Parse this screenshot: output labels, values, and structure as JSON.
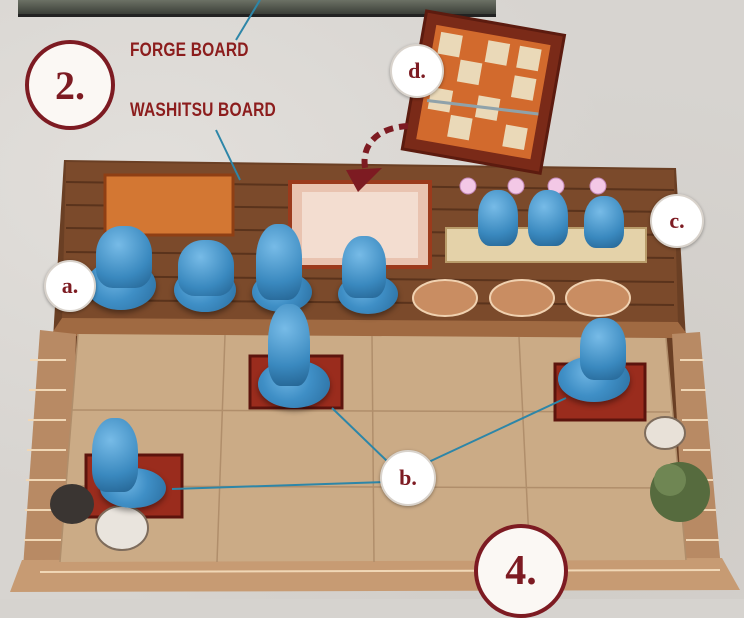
{
  "labels": {
    "forge_board": "FORGE BOARD",
    "washitsu_board": "WASHITSU BOARD"
  },
  "steps": {
    "step_two": "2.",
    "step_four": "4."
  },
  "callouts": {
    "a": "a.",
    "b": "b.",
    "c": "c.",
    "d": "d."
  },
  "colors": {
    "accent": "#7d1b22",
    "label": "#8c1d1d",
    "leader_line": "#2d86a8",
    "figure_blue": "#3f8fc6"
  }
}
